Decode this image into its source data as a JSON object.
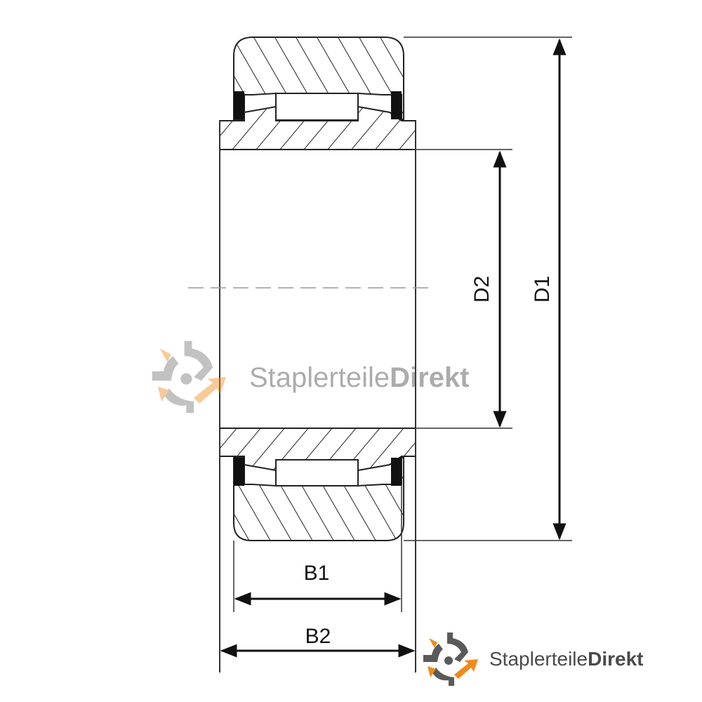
{
  "diagram": {
    "labels": {
      "d1": "D1",
      "d2": "D2",
      "b1": "B1",
      "b2": "B2"
    }
  },
  "brand": {
    "name_regular": "Stapler",
    "name_regular2": "teile",
    "name_bold": "Direkt",
    "colors": {
      "gray": "#5a5a5a",
      "orange": "#f08a1c"
    }
  },
  "watermark": {
    "name_regular": "Staplerteile",
    "name_bold": "Direkt"
  }
}
